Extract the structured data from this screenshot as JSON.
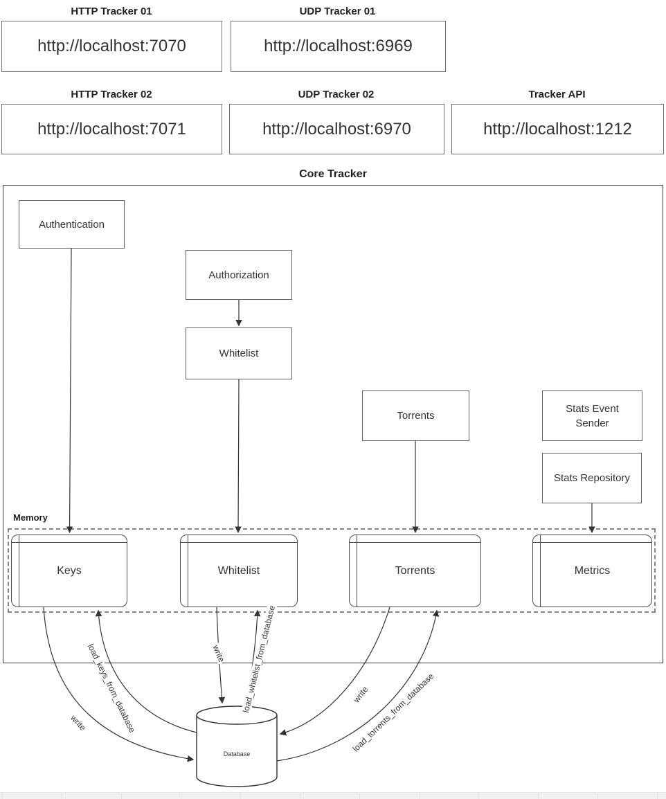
{
  "diagram": {
    "external_services": [
      {
        "title": "HTTP Tracker 01",
        "url": "http://localhost:7070"
      },
      {
        "title": "UDP Tracker 01",
        "url": "http://localhost:6969"
      },
      {
        "title": "HTTP Tracker 02",
        "url": "http://localhost:7071"
      },
      {
        "title": "UDP Tracker 02",
        "url": "http://localhost:6970"
      },
      {
        "title": "Tracker API",
        "url": "http://localhost:1212"
      }
    ],
    "core_tracker": {
      "title": "Core Tracker",
      "components": [
        {
          "label": "Authentication"
        },
        {
          "label": "Authorization"
        },
        {
          "label": "Whitelist"
        },
        {
          "label": "Torrents"
        },
        {
          "label": "Stats Event Sender"
        },
        {
          "label": "Stats Repository"
        }
      ],
      "memory": {
        "title": "Memory",
        "stores": [
          {
            "label": "Keys"
          },
          {
            "label": "Whitelist"
          },
          {
            "label": "Torrents"
          },
          {
            "label": "Metrics"
          }
        ]
      }
    },
    "database": {
      "label": "Database"
    },
    "edge_labels": {
      "keys_write": "write",
      "load_keys": "load_keys_from_database",
      "whitelist_write": "write",
      "load_whitelist": "load_whitelist_from_database",
      "torrents_write": "write",
      "load_torrents": "load_torrents_from_database"
    },
    "colors": {
      "line": "#333333",
      "node_border": "#5f5f5f",
      "container_border": "#3b3b3b",
      "memory_dash": "#848484",
      "text": "#333333"
    }
  }
}
